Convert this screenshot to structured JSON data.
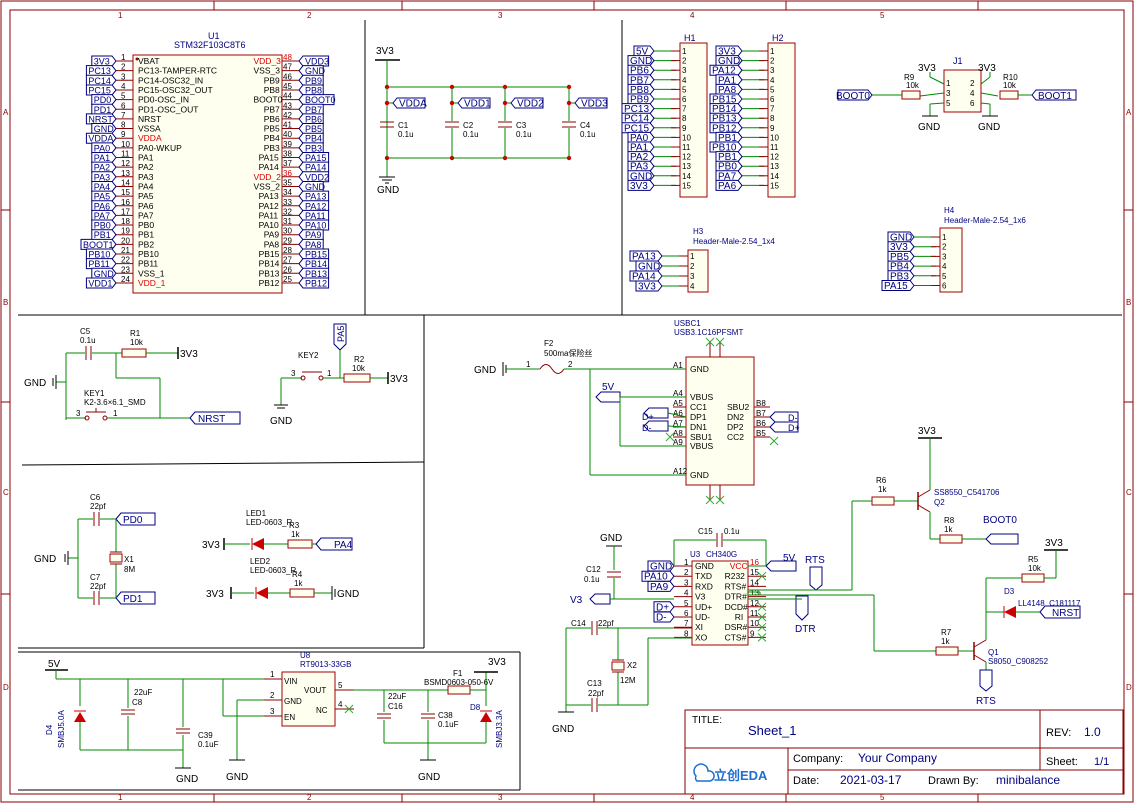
{
  "border": {
    "cols": [
      "1",
      "2",
      "3",
      "4",
      "5"
    ],
    "rows": [
      "A",
      "B",
      "C",
      "D"
    ]
  },
  "title_block": {
    "title_label": "TITLE:",
    "title": "Sheet_1",
    "rev_label": "REV:",
    "rev": "1.0",
    "company_label": "Company:",
    "company": "Your Company",
    "sheet_label": "Sheet:",
    "sheet": "1/1",
    "date_label": "Date:",
    "date": "2021-03-17",
    "drawn_label": "Drawn By:",
    "drawn_by": "minibalance",
    "logo_text": "立创EDA"
  },
  "u1": {
    "ref": "U1",
    "part": "STM32F103C8T6",
    "left": [
      {
        "num": "1",
        "name": "VBAT",
        "net": "3V3"
      },
      {
        "num": "2",
        "name": "PC13-TAMPER-RTC",
        "net": "PC13"
      },
      {
        "num": "3",
        "name": "PC14-OSC32_IN",
        "net": "PC14"
      },
      {
        "num": "4",
        "name": "PC15-OSC32_OUT",
        "net": "PC15"
      },
      {
        "num": "5",
        "name": "PD0-OSC_IN",
        "net": "PD0"
      },
      {
        "num": "6",
        "name": "PD1-OSC_OUT",
        "net": "PD1"
      },
      {
        "num": "7",
        "name": "NRST",
        "net": "NRST"
      },
      {
        "num": "8",
        "name": "VSSA",
        "net": "GND"
      },
      {
        "num": "9",
        "name": "VDDA",
        "net": "VDDA",
        "power": true
      },
      {
        "num": "10",
        "name": "PA0-WKUP",
        "net": "PA0"
      },
      {
        "num": "11",
        "name": "PA1",
        "net": "PA1"
      },
      {
        "num": "12",
        "name": "PA2",
        "net": "PA2"
      },
      {
        "num": "13",
        "name": "PA3",
        "net": "PA3"
      },
      {
        "num": "14",
        "name": "PA4",
        "net": "PA4"
      },
      {
        "num": "15",
        "name": "PA5",
        "net": "PA5"
      },
      {
        "num": "16",
        "name": "PA6",
        "net": "PA6"
      },
      {
        "num": "17",
        "name": "PA7",
        "net": "PA7"
      },
      {
        "num": "18",
        "name": "PB0",
        "net": "PB0"
      },
      {
        "num": "19",
        "name": "PB1",
        "net": "PB1"
      },
      {
        "num": "20",
        "name": "PB2",
        "net": "BOOT1"
      },
      {
        "num": "21",
        "name": "PB10",
        "net": "PB10"
      },
      {
        "num": "22",
        "name": "PB11",
        "net": "PB11"
      },
      {
        "num": "23",
        "name": "VSS_1",
        "net": "GND"
      },
      {
        "num": "24",
        "name": "VDD_1",
        "net": "VDD1",
        "power": true
      }
    ],
    "right": [
      {
        "num": "48",
        "name": "VDD_3",
        "net": "VDD3",
        "power": true
      },
      {
        "num": "47",
        "name": "VSS_3",
        "net": "GND"
      },
      {
        "num": "46",
        "name": "PB9",
        "net": "PB9"
      },
      {
        "num": "45",
        "name": "PB8",
        "net": "PB8"
      },
      {
        "num": "44",
        "name": "BOOT0",
        "net": "BOOT0"
      },
      {
        "num": "43",
        "name": "PB7",
        "net": "PB7"
      },
      {
        "num": "42",
        "name": "PB6",
        "net": "PB6"
      },
      {
        "num": "41",
        "name": "PB5",
        "net": "PB5"
      },
      {
        "num": "40",
        "name": "PB4",
        "net": "PB4"
      },
      {
        "num": "39",
        "name": "PB3",
        "net": "PB3"
      },
      {
        "num": "38",
        "name": "PA15",
        "net": "PA15"
      },
      {
        "num": "37",
        "name": "PA14",
        "net": "PA14"
      },
      {
        "num": "36",
        "name": "VDD_2",
        "net": "VDD2",
        "power": true
      },
      {
        "num": "35",
        "name": "VSS_2",
        "net": "GND"
      },
      {
        "num": "34",
        "name": "PA13",
        "net": "PA13"
      },
      {
        "num": "33",
        "name": "PA12",
        "net": "PA12"
      },
      {
        "num": "32",
        "name": "PA11",
        "net": "PA11"
      },
      {
        "num": "31",
        "name": "PA10",
        "net": "PA10"
      },
      {
        "num": "30",
        "name": "PA9",
        "net": "PA9"
      },
      {
        "num": "29",
        "name": "PA8",
        "net": "PA8"
      },
      {
        "num": "28",
        "name": "PB15",
        "net": "PB15"
      },
      {
        "num": "27",
        "name": "PB14",
        "net": "PB14"
      },
      {
        "num": "26",
        "name": "PB13",
        "net": "PB13"
      },
      {
        "num": "25",
        "name": "PB12",
        "net": "PB12"
      }
    ]
  },
  "decoupling": {
    "supply": "3V3",
    "gnd": "GND",
    "caps": [
      {
        "ref": "C1",
        "val": "0.1u",
        "net": "VDDA"
      },
      {
        "ref": "C2",
        "val": "0.1u",
        "net": "VDD1"
      },
      {
        "ref": "C3",
        "val": "0.1u",
        "net": "VDD2"
      },
      {
        "ref": "C4",
        "val": "0.1u",
        "net": "VDD3"
      }
    ]
  },
  "h1": {
    "ref": "H1",
    "nets": [
      "5V",
      "GND",
      "PB6",
      "PB7",
      "PB8",
      "PB9",
      "PC13",
      "PC14",
      "PC15",
      "PA0",
      "PA1",
      "PA2",
      "PA3",
      "GND",
      "3V3"
    ]
  },
  "h2": {
    "ref": "H2",
    "nets": [
      "3V3",
      "GND",
      "PA12",
      "PA1",
      "PA8",
      "PB15",
      "PB14",
      "PB13",
      "PB12",
      "PB1",
      "PB10",
      "PB1",
      "PB0",
      "PA7",
      "PA6"
    ]
  },
  "h3": {
    "ref": "H3",
    "part": "Header-Male-2.54_1x4",
    "nets": [
      "PA13",
      "GND",
      "PA14",
      "3V3"
    ]
  },
  "h4": {
    "ref": "H4",
    "part": "Header-Male-2.54_1x6",
    "nets": [
      "GND",
      "3V3",
      "PB5",
      "PB4",
      "PB3",
      "PA15"
    ]
  },
  "j1": {
    "ref": "J1",
    "r9": "R9",
    "r9v": "10k",
    "r10": "R10",
    "r10v": "10k",
    "boot0": "BOOT0",
    "boot1": "BOOT1",
    "v1": "3V3",
    "v2": "3V3",
    "g1": "GND",
    "g2": "GND",
    "pins": [
      "1",
      "2",
      "3",
      "4",
      "5",
      "6"
    ]
  },
  "reset": {
    "c5": "C5",
    "c5v": "0.1u",
    "r1": "R1",
    "r1v": "10k",
    "vcc": "3V3",
    "gnd": "GND",
    "key": "KEY1",
    "keyp": "K2-3.6×6.1_SMD",
    "p3": "3",
    "p1": "1",
    "nrst": "NRST"
  },
  "key2": {
    "ref": "KEY2",
    "pa5": "PA5",
    "r2": "R2",
    "r2v": "10k",
    "vcc": "3V3",
    "gnd": "GND",
    "p3": "3",
    "p1": "1"
  },
  "xtal": {
    "c6": "C6",
    "c6v": "22pf",
    "c7": "C7",
    "c7v": "22pf",
    "x1": "X1",
    "x1v": "8M",
    "pd0": "PD0",
    "pd1": "PD1",
    "gnd": "GND"
  },
  "leds": {
    "led1": "LED1",
    "led1p": "LED-0603_R",
    "r3": "R3",
    "r3v": "1k",
    "n1a": "3V3",
    "n1b": "PA4",
    "led2": "LED2",
    "led2p": "LED-0603_R",
    "r4": "R4",
    "r4v": "1k",
    "n2a": "3V3",
    "n2b": "GND"
  },
  "ldo": {
    "u8": "U8",
    "u8p": "RT9013-33GB",
    "vin": "VIN",
    "gnd": "GND",
    "en": "EN",
    "vout": "VOUT",
    "nc": "NC",
    "p1": "1",
    "p2": "2",
    "p3": "3",
    "p5": "5",
    "p4": "4",
    "in": "5V",
    "out": "3V3",
    "d4": "D4",
    "d4p": "SMBJ5.0A",
    "c8": "C8",
    "c8v": "22uF",
    "c39": "C39",
    "c39v": "0.1uF",
    "c16": "C16",
    "c16v": "22uF",
    "c38": "C38",
    "c38v": "0.1uF",
    "d8": "D8",
    "d8p": "SMBJ3.3A",
    "f1": "F1",
    "f1p": "BSMD0603-050-6V",
    "g1": "GND",
    "g2": "GND",
    "g3": "GND"
  },
  "usb": {
    "ref": "USBC1",
    "part": "USB3.1C16PFSMT",
    "f2": "F2",
    "f2p": "500ma保险丝",
    "gnd": "GND",
    "p1": "1",
    "p2": "2",
    "v5": "5V",
    "left": [
      {
        "num": "A1",
        "name": "GND"
      },
      {
        "num": "A4",
        "name": "VBUS"
      },
      {
        "num": "A5",
        "name": "CC1"
      },
      {
        "num": "A6",
        "name": "DP1"
      },
      {
        "num": "A7",
        "name": "DN1"
      },
      {
        "num": "A8",
        "name": "SBU1"
      },
      {
        "num": "A9",
        "name": "VBUS"
      },
      {
        "num": "A12",
        "name": "GND"
      }
    ],
    "right": [
      {
        "num": "B8",
        "name": "SBU2"
      },
      {
        "num": "B7",
        "name": "DN2"
      },
      {
        "num": "B6",
        "name": "DP2"
      },
      {
        "num": "B5",
        "name": "CC2"
      }
    ],
    "dp": "D+",
    "dn": "D-",
    "dp2": "D+",
    "dn2": "D-"
  },
  "ch340": {
    "ref": "U3",
    "part": "CH340G",
    "left": [
      {
        "num": "1",
        "name": "GND",
        "net": "GND"
      },
      {
        "num": "2",
        "name": "TXD",
        "net": "PA10"
      },
      {
        "num": "3",
        "name": "RXD",
        "net": "PA9"
      },
      {
        "num": "4",
        "name": "V3",
        "net": "V3"
      },
      {
        "num": "5",
        "name": "UD+",
        "net": "D+"
      },
      {
        "num": "6",
        "name": "UD-",
        "net": "D-"
      },
      {
        "num": "7",
        "name": "XI",
        "net": ""
      },
      {
        "num": "8",
        "name": "XO",
        "net": ""
      }
    ],
    "right": [
      {
        "num": "16",
        "name": "VCC",
        "power": true
      },
      {
        "num": "15",
        "name": "R232"
      },
      {
        "num": "14",
        "name": "RTS#"
      },
      {
        "num": "13",
        "name": "DTR#"
      },
      {
        "num": "12",
        "name": "DCD#"
      },
      {
        "num": "11",
        "name": "RI"
      },
      {
        "num": "10",
        "name": "DSR#"
      },
      {
        "num": "9",
        "name": "CTS#"
      }
    ],
    "c15": "C15",
    "c15v": "0.1u",
    "c12": "C12",
    "c12v": "0.1u",
    "gnd": "GND",
    "v5": "5V",
    "v3": "V3",
    "c14": "C14",
    "c14v": "22pf",
    "c13": "C13",
    "c13v": "22pf",
    "x2": "X2",
    "x2v": "12M",
    "gnd2": "GND",
    "rts": "RTS",
    "dtr": "DTR"
  },
  "autoprog": {
    "v1": "3V3",
    "r6": "R6",
    "r6v": "1k",
    "q2": "SS8550_C541706",
    "q2r": "Q2",
    "r8": "R8",
    "r8v": "1k",
    "boot0": "BOOT0",
    "v2": "3V3",
    "r5": "R5",
    "r5v": "10k",
    "d3": "D3",
    "d3p": "LL4148_C181117",
    "nrst": "NRST",
    "r7": "R7",
    "r7v": "1k",
    "q1": "Q1",
    "q1p": "S8050_C908252",
    "rts": "RTS"
  }
}
